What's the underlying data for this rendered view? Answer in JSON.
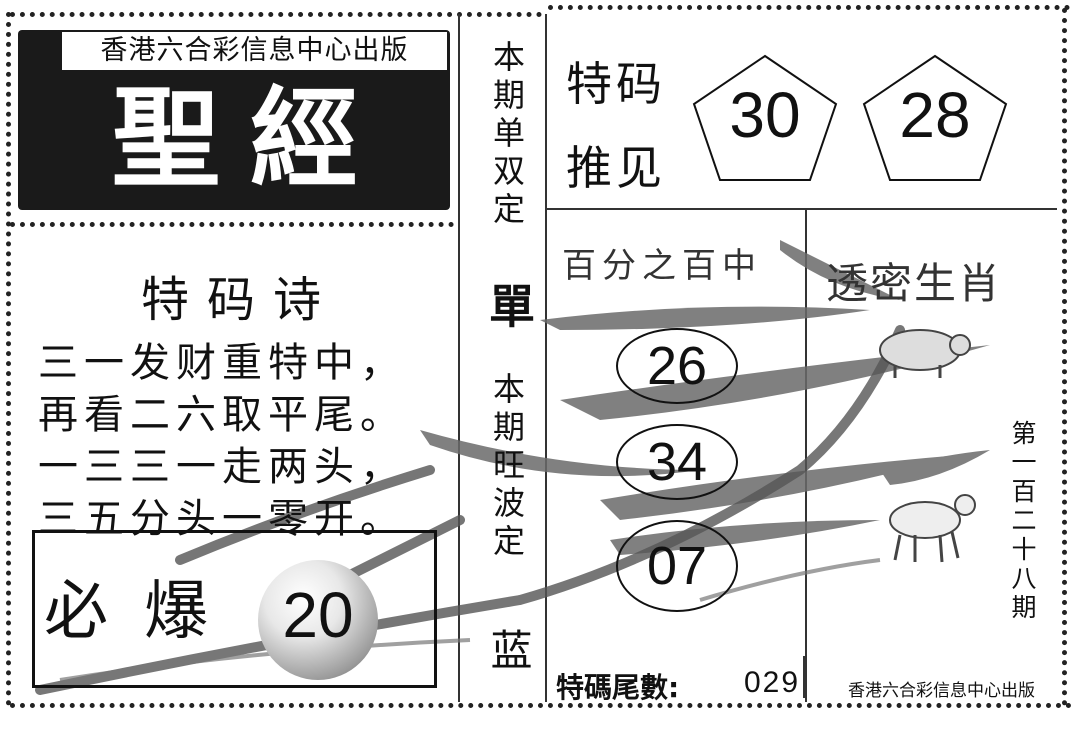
{
  "header": {
    "publisher": "香港六合彩信息中心出版",
    "brand": "聖經"
  },
  "poem": {
    "title": "特码诗",
    "lines": [
      "三一发财重特中，",
      "再看二六取平尾。",
      "一三三一走两头，",
      "三五分头一零开。"
    ]
  },
  "bibao": {
    "label": "必爆",
    "number": "20"
  },
  "middle": {
    "odd_even_heading": "本期单双定",
    "odd_even_value": "單",
    "wave_heading": "本期旺波定",
    "wave_value": "蓝"
  },
  "recommend": {
    "label_line1": "特码",
    "label_line2": "推见",
    "numbers": [
      "30",
      "28"
    ]
  },
  "zodiac": {
    "heading": "百分之百中",
    "heading2": "透密生肖",
    "numbers": [
      "26",
      "34",
      "07"
    ]
  },
  "issue": {
    "text": "第一百二十八期"
  },
  "tail": {
    "label": "特碼尾數:",
    "value": "029"
  },
  "footer": {
    "publisher": "香港六合彩信息中心出版"
  },
  "colors": {
    "ink": "#111111",
    "header_bg": "#1a1a1a",
    "paper": "#ffffff"
  }
}
